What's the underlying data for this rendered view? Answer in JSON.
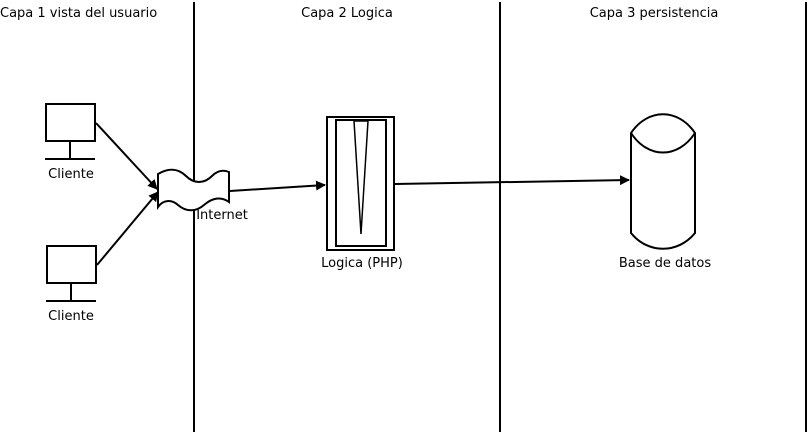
{
  "layers": [
    {
      "title": "Capa 1 vista del usuario"
    },
    {
      "title": "Capa 2 Logica"
    },
    {
      "title": "Capa 3 persistencia"
    }
  ],
  "nodes": {
    "client_top": {
      "label": "Cliente",
      "icon": "computer-monitor-icon"
    },
    "client_bottom": {
      "label": "Cliente",
      "icon": "computer-monitor-icon"
    },
    "internet": {
      "label": "Internet",
      "icon": "network-cloud-icon"
    },
    "logic": {
      "label": "Logica (PHP)",
      "icon": "server-tower-icon"
    },
    "database": {
      "label": "Base de datos",
      "icon": "database-cylinder-icon"
    }
  },
  "edges": [
    {
      "from": "client_top",
      "to": "internet"
    },
    {
      "from": "client_bottom",
      "to": "internet"
    },
    {
      "from": "internet",
      "to": "logic"
    },
    {
      "from": "logic",
      "to": "database"
    }
  ],
  "colors": {
    "stroke": "#000000",
    "background": "#ffffff"
  }
}
